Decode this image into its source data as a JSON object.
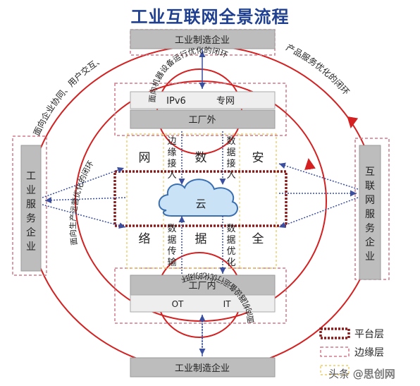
{
  "title": "工业互联网全景流程",
  "top_box": "工业制造企业",
  "bottom_box": "工业制造企业",
  "left_box": [
    "工",
    "业",
    "服",
    "务",
    "企",
    "业"
  ],
  "right_box": [
    "互",
    "联",
    "网",
    "服",
    "务",
    "企",
    "业"
  ],
  "factory_outside": "工厂外",
  "factory_inside": "工厂内",
  "ipv6": "IPv6",
  "private_net": "专网",
  "ot": "OT",
  "it": "IT",
  "cloud": "云",
  "security": {
    "top_left": "网",
    "top_mid": "数",
    "top_right": "安",
    "bottom_left": "络",
    "bottom_mid": "据",
    "bottom_right": "全"
  },
  "data_access": [
    "数",
    "据",
    "接",
    "入"
  ],
  "edge_access": [
    "边",
    "缘",
    "接",
    "入"
  ],
  "data_transfer": [
    "数",
    "据",
    "传",
    "输"
  ],
  "data_optimize": [
    "数",
    "据",
    "优",
    "化"
  ],
  "arc_labels": {
    "top_left": "面向企业协同、用户交互、",
    "top_right": "产品服务优化的闭环",
    "inner_top": "面向机器设备运行优化的闭环",
    "inner_left": "面向生产运营优化的闭环",
    "inner_bottom": "面向机器设备运行优化的闭环"
  },
  "legend": {
    "platform": "平台层",
    "edge": "边缘层"
  },
  "watermark": {
    "prefix": "头条 @",
    "name": "思创网"
  },
  "colors": {
    "red": "#d42020",
    "navy": "#1f3f91",
    "gray_box": "#bdbdbd",
    "dark_red": "#8b1a1a",
    "dashed_pink": "#d47a8a",
    "yellow_dash": "#e8c34a",
    "blue_arrow": "#3a4fa0"
  }
}
